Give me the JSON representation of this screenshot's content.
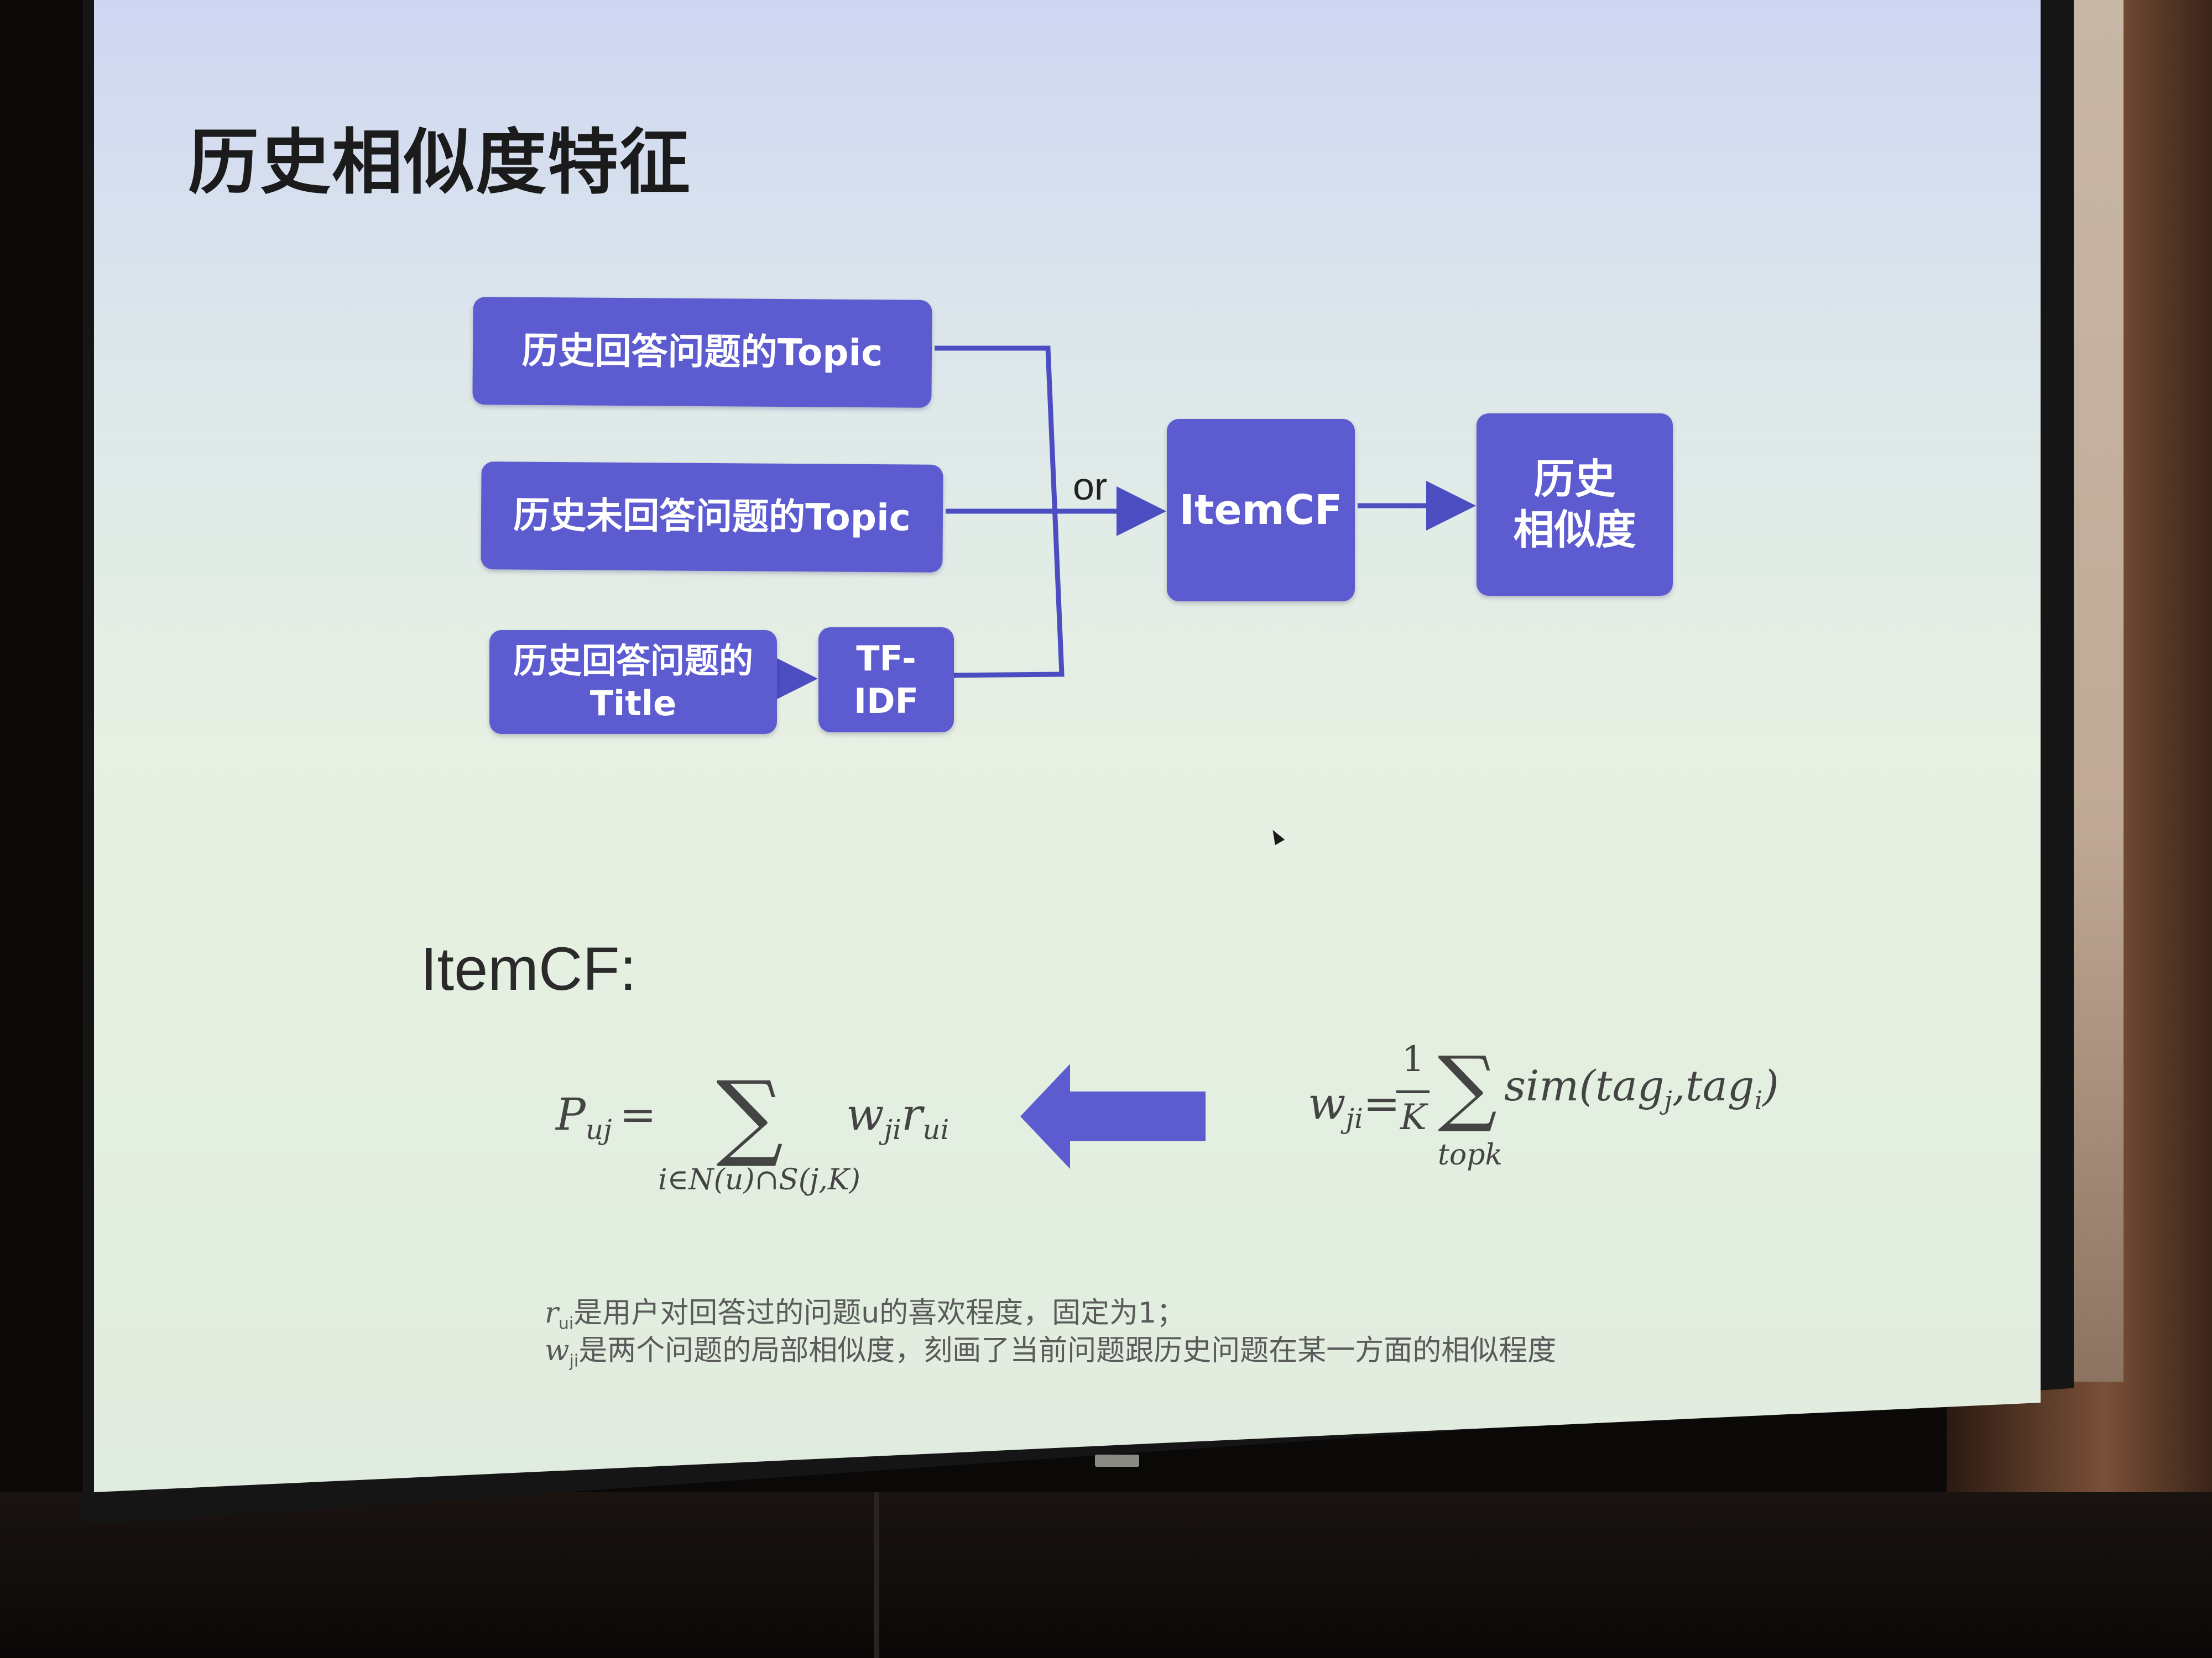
{
  "slide": {
    "title": "历史相似度特征",
    "flow": {
      "input1": "历史回答问题的Topic",
      "input2": "历史未回答问题的Topic",
      "input3_line1": "历史回答问题的",
      "input3_line2": "Title",
      "tfidf_line1": "TF-",
      "tfidf_line2": "IDF",
      "connector": "or",
      "itemcf": "ItemCF",
      "output_line1": "历史",
      "output_line2": "相似度"
    },
    "section_label": "ItemCF:",
    "formula_left": {
      "lhs": "P",
      "lhs_sub": "uj",
      "eq": "=",
      "sum": "∑",
      "sum_sub": "i∈N(u)∩S(j,K)",
      "term": "w",
      "term_sub": "ji",
      "term2": "r",
      "term2_sub": "ui"
    },
    "formula_right": {
      "lhs": "w",
      "lhs_sub": "ji",
      "eq": "=",
      "frac_num": "1",
      "frac_den": "K",
      "sum": "∑",
      "sum_sub": "topk",
      "body": "sim(tag",
      "body_sub1": "j",
      "body_mid": ",tag",
      "body_sub2": "i",
      "body_end": ")"
    },
    "notes": {
      "line1_var": "r",
      "line1_sub": "ui",
      "line1_text": "是用户对回答过的问题u的喜欢程度，固定为1；",
      "line2_var": "w",
      "line2_sub": "ji",
      "line2_text": "是两个问题的局部相似度，刻画了当前问题跟历史问题在某一方面的相似程度"
    }
  },
  "colors": {
    "box_fill": "#5c5cd0",
    "arrow_fill": "#5c5cd0",
    "line_stroke": "#4d4dc2"
  }
}
